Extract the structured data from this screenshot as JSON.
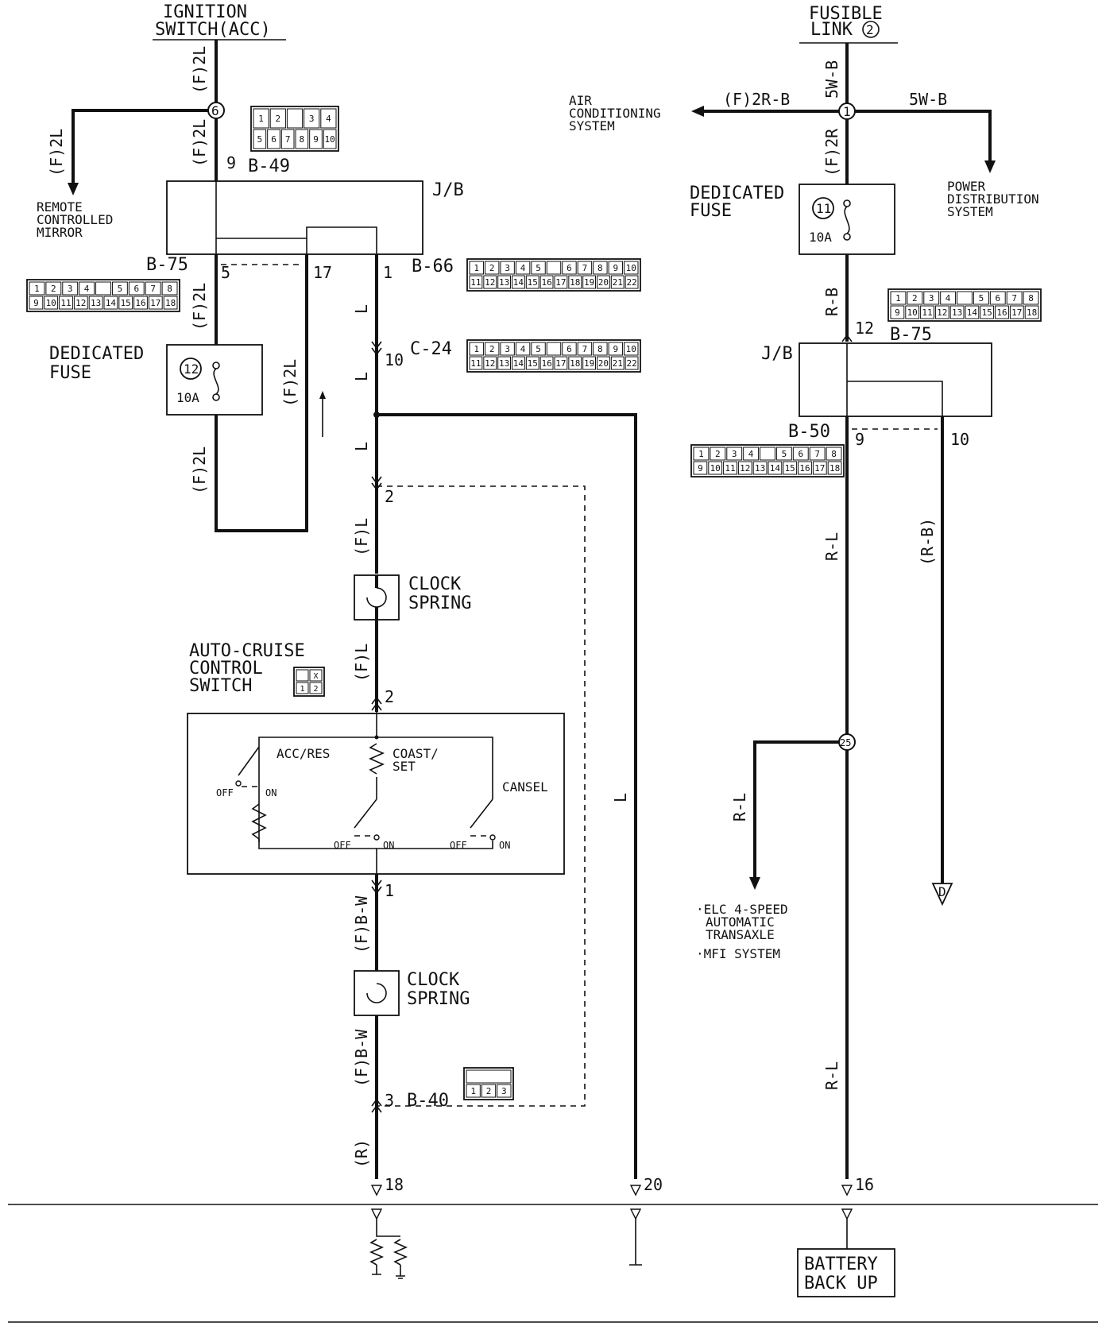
{
  "labels": {
    "ign_title1": "IGNITION",
    "ign_title2": "SWITCH(ACC)",
    "fusible1": "FUSIBLE",
    "fusible2": "LINK",
    "fusible_num": "2",
    "air1": "AIR",
    "air2": "CONDITIONING",
    "air3": "SYSTEM",
    "power1": "POWER",
    "power2": "DISTRIBUTION",
    "power3": "SYSTEM",
    "remote1": "REMOTE",
    "remote2": "CONTROLLED",
    "remote3": "MIRROR",
    "jb": "J/B",
    "jb2": "J/B",
    "dfuse1_a": "DEDICATED",
    "dfuse1_b": "FUSE",
    "dfuse2_a": "DEDICATED",
    "dfuse2_b": "FUSE",
    "fuse12": "12",
    "fuse11": "11",
    "fuse_rating": "10A",
    "fuse_rating2": "10A",
    "b49": "B-49",
    "b75": "B-75",
    "b66": "B-66",
    "c24": "C-24",
    "b75r": "B-75",
    "b50": "B-50",
    "b40": "B-40",
    "clock1a": "CLOCK",
    "clock1b": "SPRING",
    "clock2a": "CLOCK",
    "clock2b": "SPRING",
    "acs1": "AUTO-CRUISE",
    "acs2": "CONTROL",
    "acs3": "SWITCH",
    "accres": "ACC/RES",
    "coast": "COAST/",
    "set": "SET",
    "cansel": "CANSEL",
    "off": "OFF",
    "on": "ON",
    "elc1": "·ELC 4-SPEED",
    "elc2": "AUTOMATIC",
    "elc3": "TRANSAXLE",
    "mfi": "·MFI SYSTEM",
    "battery1": "BATTERY",
    "battery2": "BACK UP",
    "d_label": "D"
  },
  "wires": {
    "f2l": "(F)2L",
    "f2r_b": "(F)2R-B",
    "w5w_b": "5W-B",
    "f2r": "(F)2R",
    "l": "L",
    "fl": "(F)L",
    "fbw": "(F)B-W",
    "r": "(R)",
    "r_b": "R-B",
    "r_l": "R-L",
    "rb_paren": "(R-B)"
  },
  "pins": {
    "p9": "9",
    "p5": "5",
    "p17": "17",
    "p1": "1",
    "p10": "10",
    "p2": "2",
    "p2b": "2",
    "p1b": "1",
    "p3": "3",
    "p18": "18",
    "p20": "20",
    "p12": "12",
    "p9r": "9",
    "p10r": "10",
    "p16": "16"
  },
  "nodes": {
    "n6": "6",
    "n1": "1",
    "n25": "25"
  },
  "connectors": {
    "b49_top": [
      "1",
      "2",
      "",
      "3",
      "4"
    ],
    "b49_bot": [
      "5",
      "6",
      "7",
      "8",
      "9",
      "10"
    ],
    "b75_top": [
      "1",
      "2",
      "3",
      "4",
      "",
      "5",
      "6",
      "7",
      "8"
    ],
    "b75_bot": [
      "9",
      "10",
      "11",
      "12",
      "13",
      "14",
      "15",
      "16",
      "17",
      "18"
    ],
    "b66_top": [
      "1",
      "2",
      "3",
      "4",
      "5",
      "",
      "6",
      "7",
      "8",
      "9",
      "10"
    ],
    "b66_bot": [
      "11",
      "12",
      "13",
      "14",
      "15",
      "16",
      "17",
      "18",
      "19",
      "20",
      "21",
      "22"
    ],
    "acs_top": [
      "",
      "X"
    ],
    "acs_bot": [
      "1",
      "2"
    ],
    "b40_top": [
      ""
    ],
    "b40_bot": [
      "1",
      "2",
      "3"
    ]
  }
}
